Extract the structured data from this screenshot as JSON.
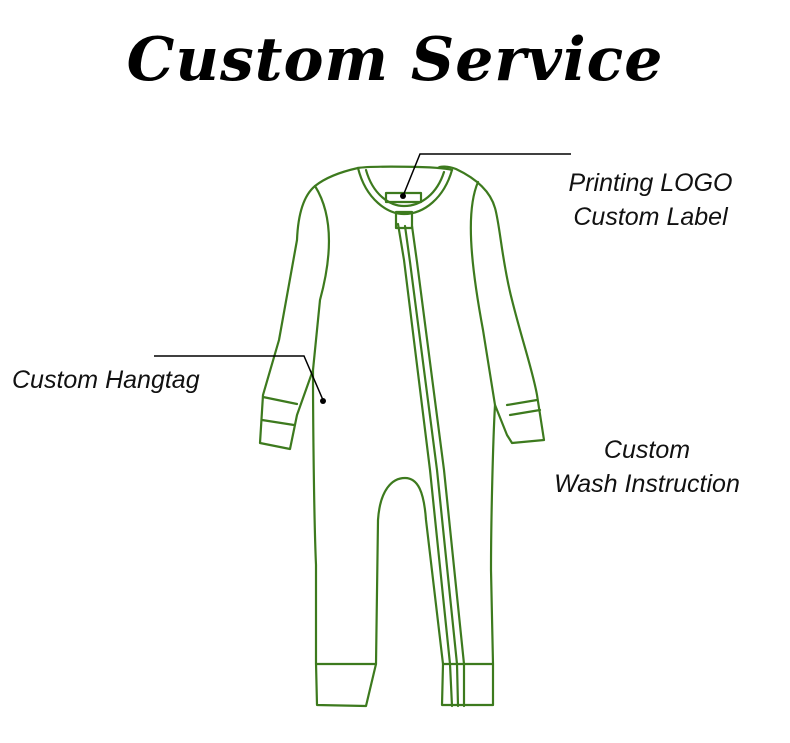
{
  "title": "Custom Service",
  "callouts": {
    "logo_line1": "Printing LOGO",
    "logo_line2": "Custom Label",
    "hangtag": "Custom Hangtag",
    "wash_line1": "Custom",
    "wash_line2": "Wash Instruction"
  },
  "colors": {
    "garment_outline": "#3d7a1e",
    "leader_line": "#000000",
    "title_text": "#000000"
  }
}
